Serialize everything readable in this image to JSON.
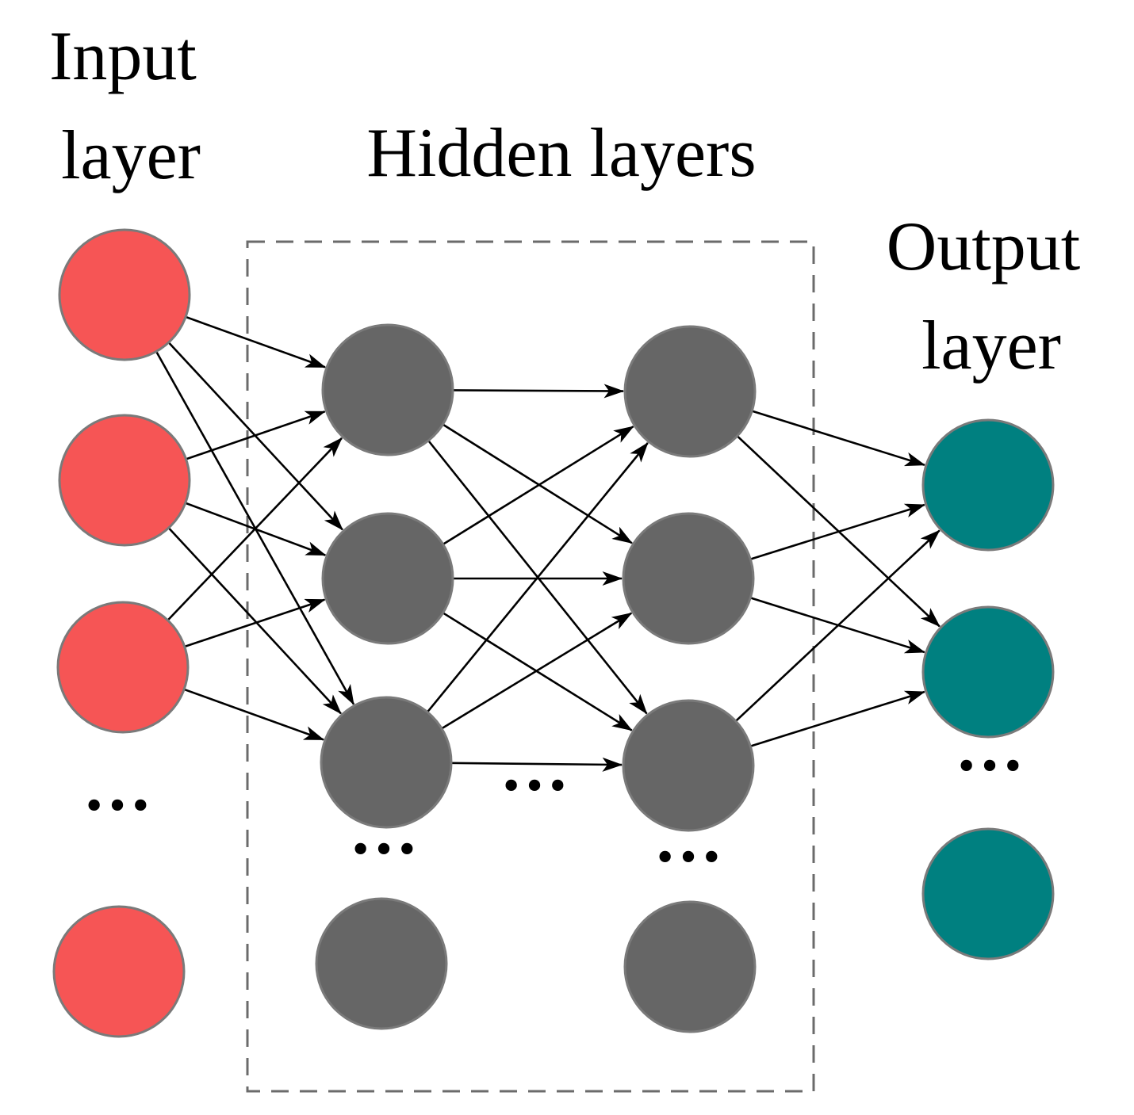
{
  "labels": {
    "input_line1": "Input",
    "input_line2": "layer",
    "hidden": "Hidden layers",
    "output_line1": "Output",
    "output_line2": "layer"
  },
  "ellipsis": "···",
  "colors": {
    "input_node": "#f65555",
    "hidden_node": "#666666",
    "output_node": "#008080",
    "edge": "#000000",
    "frame": "#6b6b6b"
  },
  "layers": [
    {
      "role": "input",
      "drawn_nodes": 4,
      "ellipsis_before_last": true
    },
    {
      "role": "hidden",
      "drawn_nodes": 4,
      "ellipsis_before_last": true
    },
    {
      "role": "hidden",
      "drawn_nodes": 4,
      "ellipsis_before_last": true
    },
    {
      "role": "output",
      "drawn_nodes": 3,
      "ellipsis_before_last": true
    }
  ],
  "connections": "fully connected between the first three nodes of each layer and the first two output nodes; ellipsis between hidden layers"
}
